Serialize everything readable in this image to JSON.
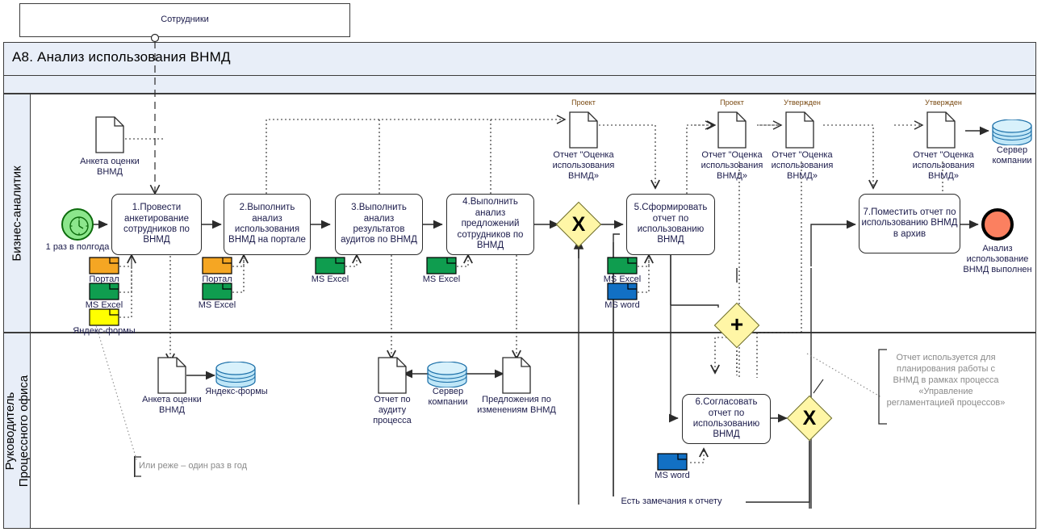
{
  "diagram": {
    "title": "A8. Анализ использования ВНМД",
    "external_pool": {
      "label": "Сотрудники"
    },
    "lanes": [
      {
        "id": "lane-analyst",
        "label": "Бизнес-аналитик"
      },
      {
        "id": "lane-process-office-head",
        "label": "Руководитель\nПроцессного офиса"
      }
    ],
    "colors": {
      "pool_header_bg": "#e8eef8",
      "lane_border": "#3c3c3c",
      "gateway_fill": "#fff6a6",
      "start_event_fill": "#8ce68c",
      "end_event_fill": "#fb8060",
      "datastore_fill": "#bfe6f7",
      "system_portal": "#f5a623",
      "system_excel": "#0f9d4f",
      "system_word": "#1270c4",
      "system_yandex": "#ffff00",
      "text_primary": "#1b1b4b",
      "annotation_text": "#8a8a8a",
      "doc_state_text": "#7a4a12"
    },
    "tasks": [
      {
        "id": "task-1",
        "label": "1.Провести анкетирование сотрудников по ВНМД"
      },
      {
        "id": "task-2",
        "label": "2.Выполнить анализ использования ВНМД на портале"
      },
      {
        "id": "task-3",
        "label": "3.Выполнить анализ результатов аудитов по ВНМД"
      },
      {
        "id": "task-4",
        "label": "4.Выполнить анализ предложений сотрудников по ВНМД"
      },
      {
        "id": "task-5",
        "label": "5.Сформировать отчет по использованию ВНМД"
      },
      {
        "id": "task-6",
        "label": "6.Согласовать отчет по использованию ВНМД"
      },
      {
        "id": "task-7",
        "label": "7.Поместить отчет по использованию ВНМД в архив"
      }
    ],
    "events": [
      {
        "id": "start-timer",
        "type": "timer-start",
        "label": "1 раз в полгода"
      },
      {
        "id": "end-event",
        "type": "end",
        "label": "Анализ использование ВНМД выполнен"
      }
    ],
    "gateways": [
      {
        "id": "gateway-xor-1",
        "type": "exclusive",
        "mark": "X"
      },
      {
        "id": "gateway-and-1",
        "type": "parallel",
        "mark": "+"
      },
      {
        "id": "gateway-xor-2",
        "type": "exclusive",
        "mark": "X"
      }
    ],
    "documents": [
      {
        "id": "doc-survey-top",
        "label": "Анкета оценки ВНМД",
        "state": ""
      },
      {
        "id": "doc-survey-bottom",
        "label": "Анкета оценки ВНМД",
        "state": ""
      },
      {
        "id": "doc-audit-report",
        "label": "Отчет по аудиту процесса",
        "state": ""
      },
      {
        "id": "doc-proposals",
        "label": "Предложения по изменениям ВНМД",
        "state": ""
      },
      {
        "id": "doc-report-1",
        "label": "Отчет \"Оценка использования ВНМД»",
        "state": "Проект"
      },
      {
        "id": "doc-report-2",
        "label": "Отчет \"Оценка использования ВНМД»",
        "state": "Проект"
      },
      {
        "id": "doc-report-3",
        "label": "Отчет \"Оценка использования ВНМД»",
        "state": "Утвержден"
      },
      {
        "id": "doc-report-4",
        "label": "Отчет \"Оценка использования ВНМД»",
        "state": "Утвержден"
      }
    ],
    "datastores": [
      {
        "id": "ds-company-server-top",
        "label": "Сервер компании"
      },
      {
        "id": "ds-yandex-forms",
        "label": "Яндекс-формы"
      },
      {
        "id": "ds-company-server-bottom",
        "label": "Сервер компании"
      }
    ],
    "systems": [
      {
        "id": "sys-portal-1",
        "label": "Портал",
        "color": "#f5a623"
      },
      {
        "id": "sys-excel-1",
        "label": "MS Excel",
        "color": "#0f9d4f"
      },
      {
        "id": "sys-yandex-1",
        "label": "Яндекс-формы",
        "color": "#ffff00"
      },
      {
        "id": "sys-portal-2",
        "label": "Портал",
        "color": "#f5a623"
      },
      {
        "id": "sys-excel-2",
        "label": "MS Excel",
        "color": "#0f9d4f"
      },
      {
        "id": "sys-excel-3",
        "label": "MS Excel",
        "color": "#0f9d4f"
      },
      {
        "id": "sys-excel-4",
        "label": "MS Excel",
        "color": "#0f9d4f"
      },
      {
        "id": "sys-excel-5",
        "label": "MS Excel",
        "color": "#0f9d4f"
      },
      {
        "id": "sys-word-1",
        "label": "MS word",
        "color": "#1270c4"
      },
      {
        "id": "sys-word-2",
        "label": "MS word",
        "color": "#1270c4"
      }
    ],
    "annotations": [
      {
        "id": "annot-frequency",
        "text": "Или реже – один раз в год"
      },
      {
        "id": "annot-report-usage",
        "text": "Отчет используется для планирования работы с ВНМД в рамках процесса «Управление регламентацией процессов»"
      }
    ],
    "flow_labels": [
      {
        "id": "flow-label-remarks",
        "text": "Есть замечания к отчету"
      }
    ]
  }
}
